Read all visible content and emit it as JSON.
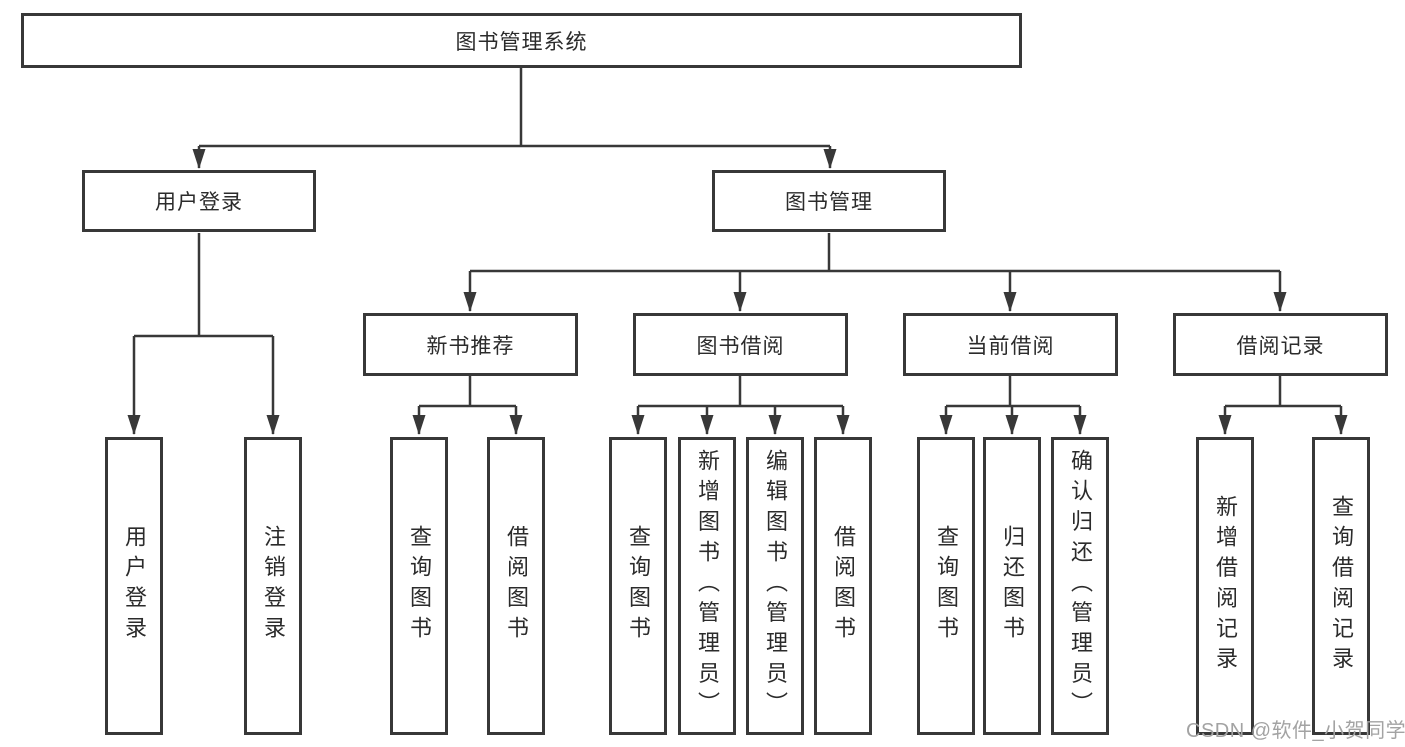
{
  "diagram": {
    "root": {
      "label": "图书管理系统"
    },
    "level2": [
      {
        "label": "用户登录"
      },
      {
        "label": "图书管理"
      }
    ],
    "level3": [
      {
        "label": "新书推荐"
      },
      {
        "label": "图书借阅"
      },
      {
        "label": "当前借阅"
      },
      {
        "label": "借阅记录"
      }
    ],
    "leaves": [
      {
        "label": "用户登录"
      },
      {
        "label": "注销登录"
      },
      {
        "label": "查询图书"
      },
      {
        "label": "借阅图书"
      },
      {
        "label": "查询图书"
      },
      {
        "label": "新增图书（管理员）"
      },
      {
        "label": "编辑图书（管理员）"
      },
      {
        "label": "借阅图书"
      },
      {
        "label": "查询图书"
      },
      {
        "label": "归还图书"
      },
      {
        "label": "确认归还（管理员）"
      },
      {
        "label": "新增借阅记录"
      },
      {
        "label": "查询借阅记录"
      }
    ],
    "watermark": "CSDN @软件_小贺同学",
    "colors": {
      "line": "#383838",
      "box_border": "#383838",
      "text": "#2b2b2b",
      "watermark": "#a3a3a3",
      "background": "#ffffff"
    }
  }
}
